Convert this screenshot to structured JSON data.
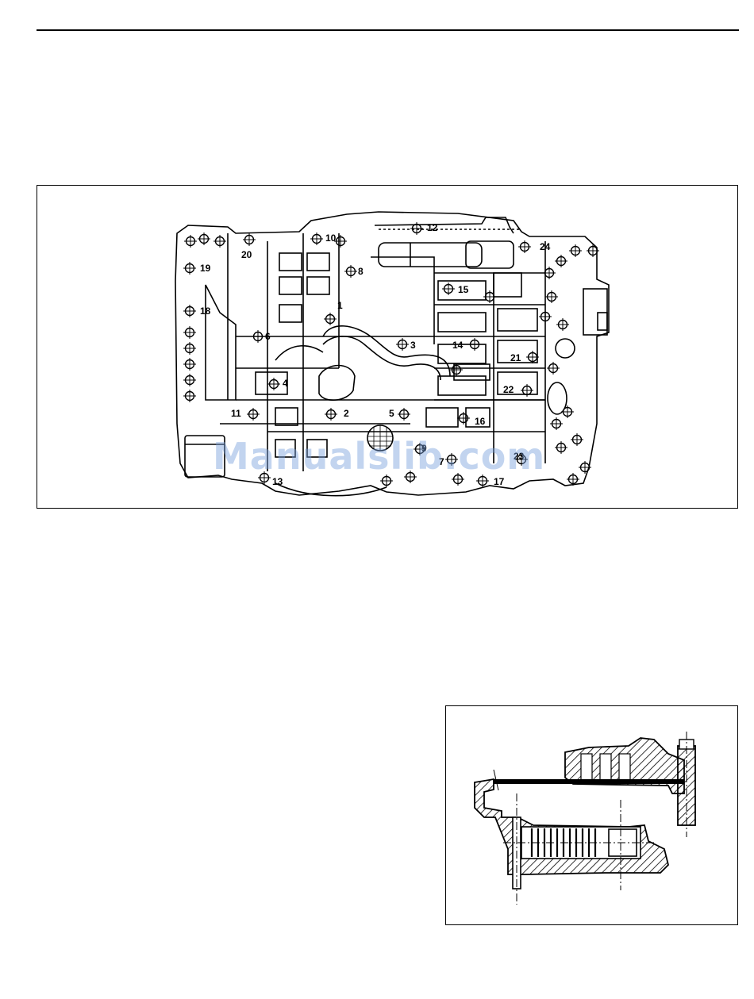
{
  "watermark": "Manualslib.com",
  "main_figure": {
    "callouts": [
      {
        "n": "1"
      },
      {
        "n": "2"
      },
      {
        "n": "3"
      },
      {
        "n": "4"
      },
      {
        "n": "5"
      },
      {
        "n": "6"
      },
      {
        "n": "7"
      },
      {
        "n": "8"
      },
      {
        "n": "9"
      },
      {
        "n": "10"
      },
      {
        "n": "11"
      },
      {
        "n": "12"
      },
      {
        "n": "13"
      },
      {
        "n": "14"
      },
      {
        "n": "15"
      },
      {
        "n": "16"
      },
      {
        "n": "17"
      },
      {
        "n": "18"
      },
      {
        "n": "19"
      },
      {
        "n": "20"
      },
      {
        "n": "21"
      },
      {
        "n": "22"
      },
      {
        "n": "23"
      },
      {
        "n": "24"
      }
    ]
  }
}
